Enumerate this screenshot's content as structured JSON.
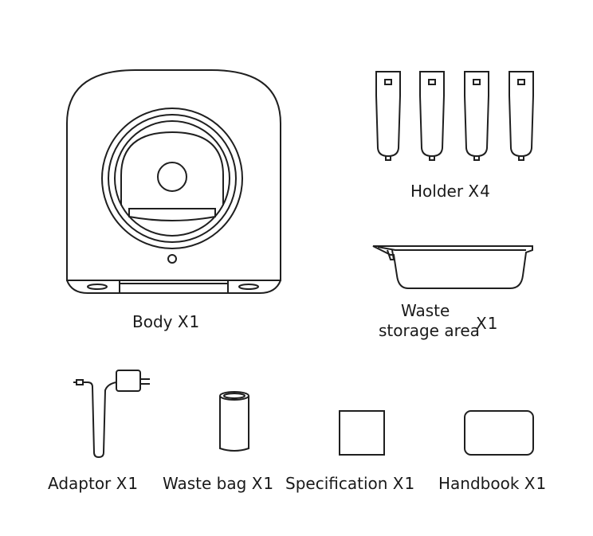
{
  "items": {
    "body": {
      "name": "Body",
      "qty": "X1"
    },
    "holder": {
      "name": "Holder",
      "qty": "X4"
    },
    "waste_storage": {
      "name_line1": "Waste",
      "name_line2": "storage area",
      "qty": "X1"
    },
    "adaptor": {
      "name": "Adaptor",
      "qty": "X1"
    },
    "waste_bag": {
      "name": "Waste bag",
      "qty": "X1"
    },
    "specification": {
      "name": "Specification",
      "qty": "X1"
    },
    "handbook": {
      "name": "Handbook",
      "qty": "X1"
    }
  }
}
